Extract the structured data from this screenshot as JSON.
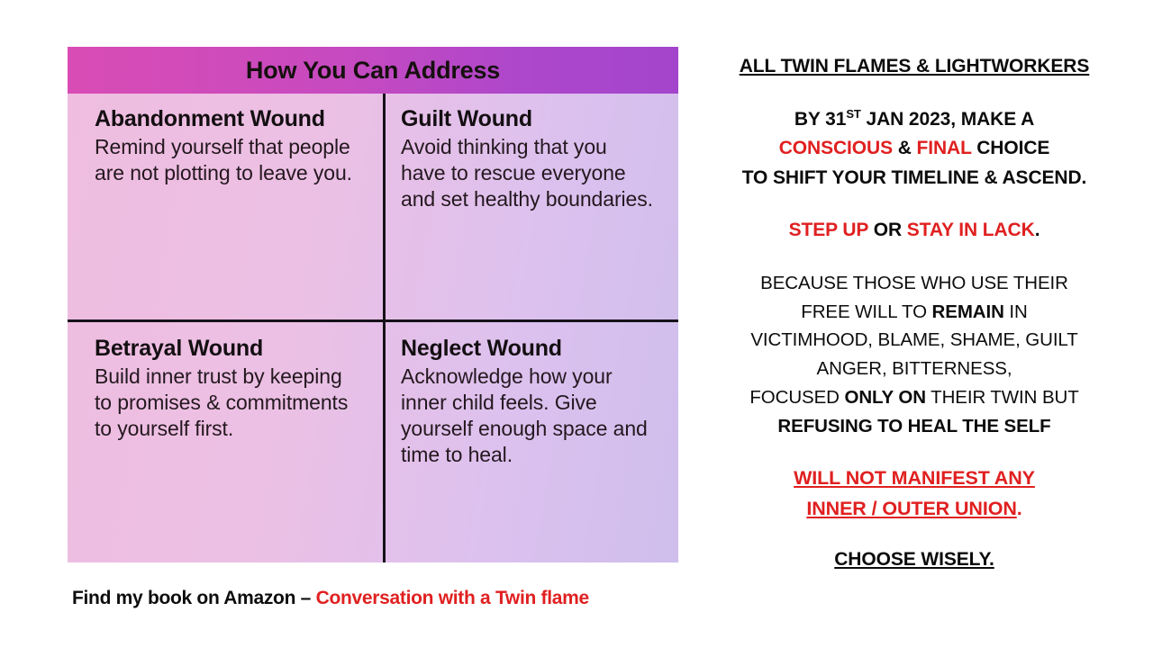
{
  "card": {
    "header_title": "How You Can Address",
    "quadrants": [
      {
        "id": "abandonment",
        "title": "Abandonment Wound",
        "description": "Remind yourself that people are not plotting to leave you."
      },
      {
        "id": "guilt",
        "title": "Guilt Wound",
        "description": "Avoid thinking that you have to rescue everyone and set healthy boundaries."
      },
      {
        "id": "betrayal",
        "title": "Betrayal Wound",
        "description": "Build inner trust by keeping to promises & commitments to yourself first."
      },
      {
        "id": "neglect",
        "title": "Neglect Wound",
        "description": "Acknowledge how your inner child feels. Give yourself enough space and time to heal."
      }
    ],
    "colors": {
      "header_gradient_start": "#d94cb5",
      "header_gradient_end": "#a345cc",
      "body_gradient_start": "#efbde0",
      "body_gradient_end": "#cfbeec",
      "divider": "#16121a"
    }
  },
  "book_caption": {
    "prefix": "Find my book on Amazon – ",
    "title": "Conversation with a Twin flame"
  },
  "message": {
    "heading": "ALL TWIN FLAMES & LIGHTWORKERS",
    "deadline": {
      "line1_pre": "BY 31",
      "line1_ord": "ST",
      "line1_post": " JAN 2023, MAKE A",
      "line2_word1": "CONSCIOUS",
      "line2_amp": " & ",
      "line2_word2": "FINAL",
      "line2_tail": " CHOICE",
      "line3": "TO SHIFT YOUR TIMELINE & ASCEND."
    },
    "choice": {
      "step_up": "STEP UP",
      "or": " OR ",
      "stay_in_lack": "STAY IN LACK",
      "period": "."
    },
    "because": {
      "line1": "BECAUSE THOSE WHO USE THEIR",
      "line2_pre": "FREE WILL TO ",
      "line2_bold": "REMAIN",
      "line2_post": " IN",
      "line3": "VICTIMHOOD, BLAME, SHAME, GUILT",
      "line4": "ANGER, BITTERNESS,",
      "line5_pre": "FOCUSED ",
      "line5_bold": "ONLY ON",
      "line5_post": " THEIR TWIN BUT",
      "line6": "REFUSING TO HEAL THE SELF"
    },
    "outcome": {
      "line1": "WILL NOT MANIFEST ANY",
      "line2": "INNER / OUTER UNION",
      "period": "."
    },
    "closing": "CHOOSE WISELY.",
    "colors": {
      "accent_red": "#e02020",
      "text": "#0c0c0c"
    }
  }
}
